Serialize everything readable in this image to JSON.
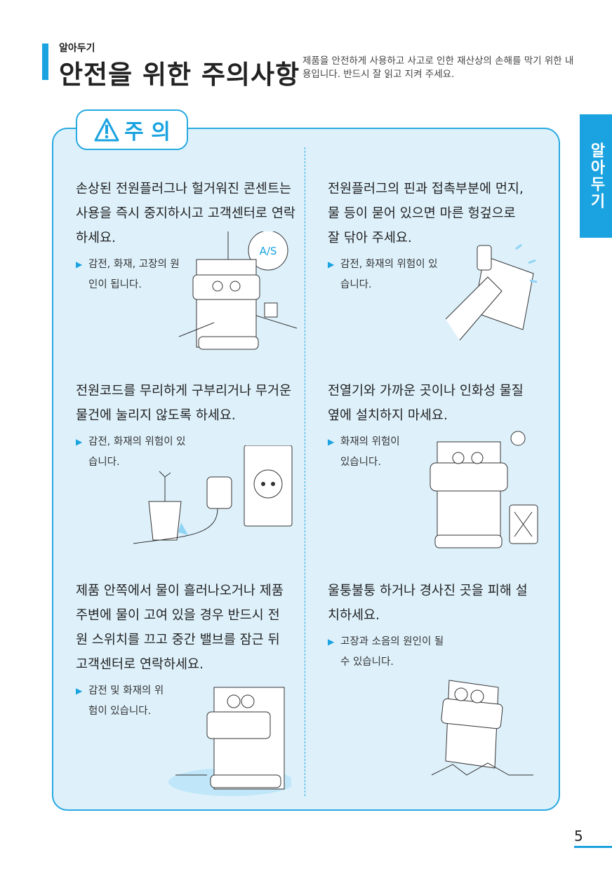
{
  "header": {
    "kicker": "알아두기",
    "title": "안전을 위한 주의사항",
    "intro": "제품을 안전하게 사용하고 사고로 인한 재산상의 손해를 막기 위한 내용입니다. 반드시 잘 읽고 지켜 주세요."
  },
  "badge": {
    "label": "주 의",
    "icon": "warning-triangle-icon"
  },
  "items": [
    {
      "head": "손상된 전원플러그나 헐거워진 콘센트는 사용을 즉시 중지하시고 고객센터로 연락하세요.",
      "note": "감전, 화재, 고장의 원인이 됩니다.",
      "bubble": "A/S"
    },
    {
      "head": "전원플러그의 핀과 접촉부분에 먼지, 물 등이 묻어 있으면 마른 헝겊으로 잘 닦아 주세요.",
      "note": "감전, 화재의 위험이 있습니다."
    },
    {
      "head": "전원코드를 무리하게 구부리거나 무거운 물건에 눌리지 않도록 하세요.",
      "note": "감전, 화재의 위험이 있습니다."
    },
    {
      "head": "전열기와 가까운 곳이나 인화성 물질 옆에 설치하지 마세요.",
      "note": "화재의 위험이 있습니다."
    },
    {
      "head": "제품 안쪽에서 물이 흘러나오거나 제품 주변에 물이 고여 있을 경우 반드시 전원 스위치를 끄고 중간 밸브를 잠근 뒤 고객센터로 연락하세요.",
      "note": "감전 및 화재의 위험이 있습니다."
    },
    {
      "head": "울퉁불퉁 하거나 경사진 곳을 피해 설치하세요.",
      "note": "고장과 소음의 원인이 될 수 있습니다."
    }
  ],
  "sidetab": "알아두기",
  "page_number": "5"
}
